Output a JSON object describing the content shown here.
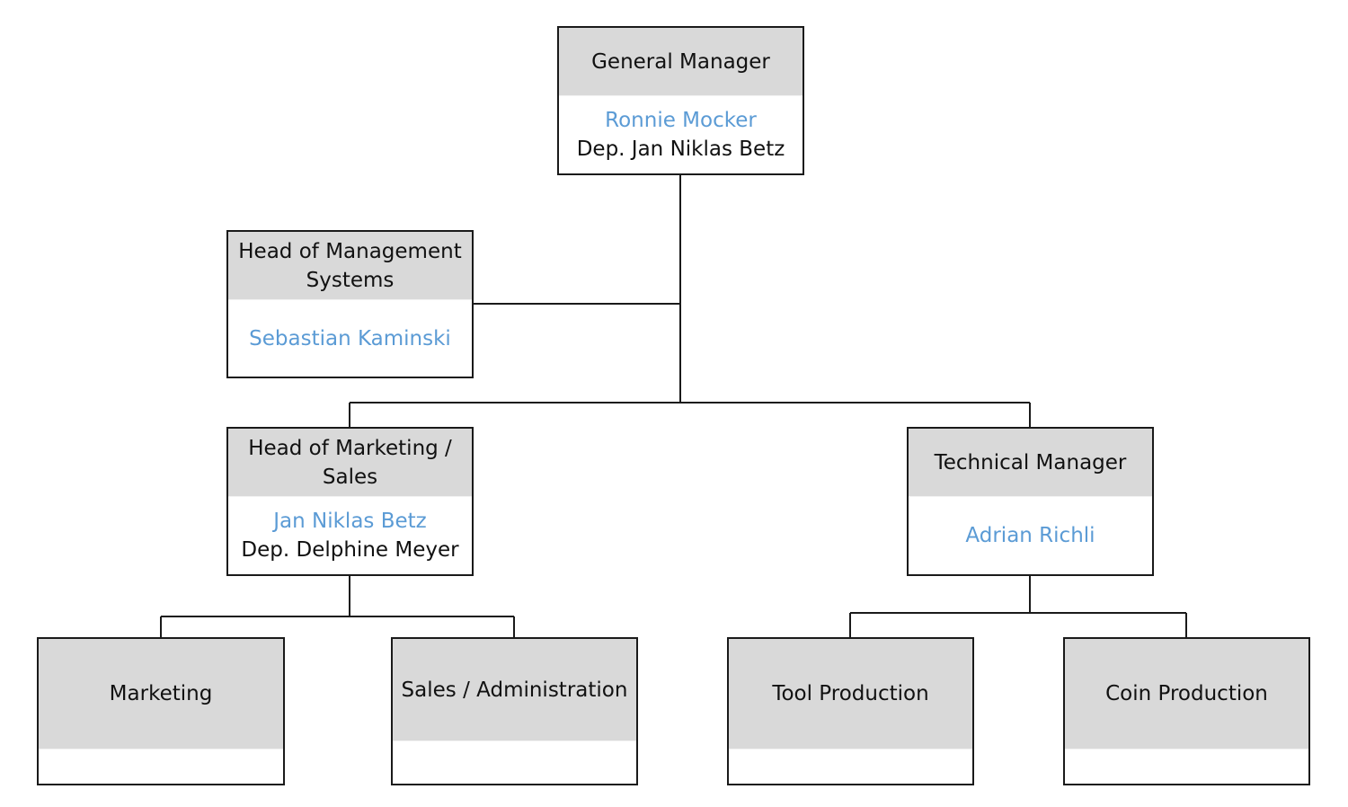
{
  "org_chart": {
    "general_manager": {
      "title": "General Manager",
      "name": "Ronnie Mocker",
      "deputy": "Dep. Jan Niklas Betz"
    },
    "head_management_systems": {
      "title": "Head of Management Systems",
      "name": "Sebastian Kaminski"
    },
    "head_marketing_sales": {
      "title": "Head of Marketing / Sales",
      "name": "Jan Niklas Betz",
      "deputy": "Dep. Delphine Meyer"
    },
    "technical_manager": {
      "title": "Technical Manager",
      "name": "Adrian Richli"
    },
    "marketing": {
      "title": "Marketing"
    },
    "sales_administration": {
      "title": "Sales / Administration"
    },
    "tool_production": {
      "title": "Tool Production"
    },
    "coin_production": {
      "title": "Coin Production"
    }
  },
  "colors": {
    "header_fill": "#d9d9d9",
    "name_text": "#5b9bd5",
    "border": "#1a1a1a"
  }
}
